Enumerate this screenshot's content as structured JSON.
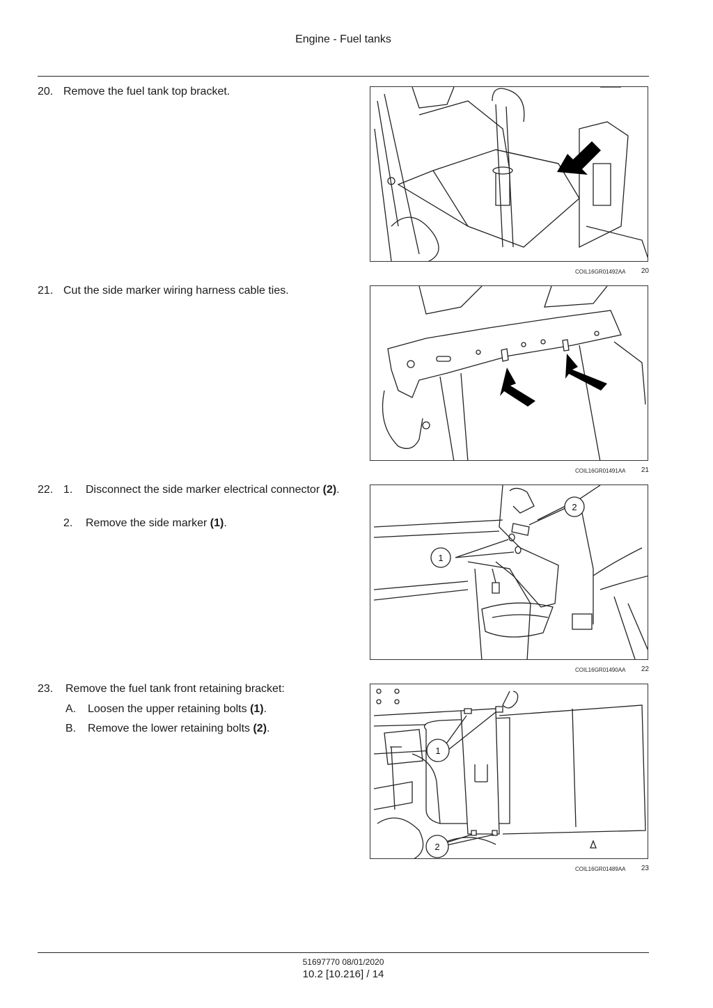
{
  "header": {
    "title": "Engine - Fuel tanks"
  },
  "steps": [
    {
      "number": "20.",
      "text": "Remove the fuel tank top bracket.",
      "figure": {
        "code": "COIL16GR01492AA",
        "number": "20"
      }
    },
    {
      "number": "21.",
      "text": "Cut the side marker wiring harness cable ties.",
      "figure": {
        "code": "COIL16GR01491AA",
        "number": "21"
      }
    },
    {
      "number": "22.",
      "substeps": [
        {
          "number": "1.",
          "text": "Disconnect the side marker electrical connector",
          "ref": "(2)",
          "end": "."
        },
        {
          "number": "2.",
          "text": "Remove the side marker",
          "ref": "(1)",
          "end": "."
        }
      ],
      "figure": {
        "code": "COIL16GR01490AA",
        "number": "22",
        "callouts": [
          "1",
          "2"
        ]
      }
    },
    {
      "number": "23.",
      "text": "Remove the fuel tank front retaining bracket:",
      "substeps": [
        {
          "number": "A.",
          "text": "Loosen the upper retaining bolts",
          "ref": "(1)",
          "end": "."
        },
        {
          "number": "B.",
          "text": "Remove the lower retaining bolts",
          "ref": "(2)",
          "end": "."
        }
      ],
      "figure": {
        "code": "COIL16GR01489AA",
        "number": "23",
        "callouts": [
          "1",
          "2"
        ]
      }
    }
  ],
  "footer": {
    "doc_code": "51697770 08/01/2020",
    "page": "10.2 [10.216] / 14"
  }
}
